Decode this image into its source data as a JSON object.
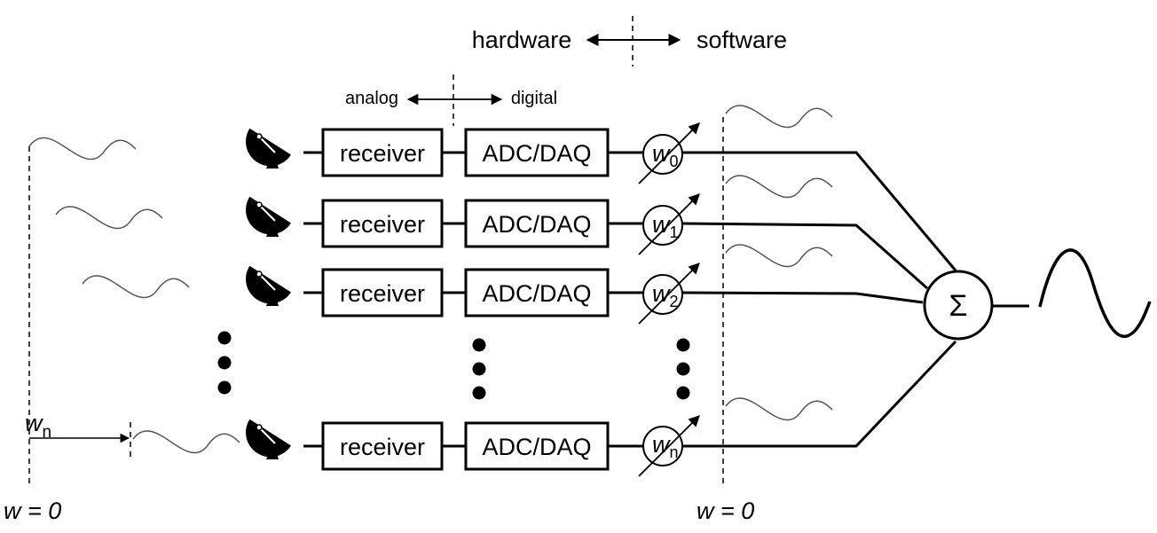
{
  "labels": {
    "hardware": "hardware",
    "software": "software",
    "analog": "analog",
    "digital": "digital",
    "receiver": "receiver",
    "adc": "ADC/DAQ",
    "sum_symbol": "Σ",
    "w_zero_left": "w = 0",
    "w_zero_right": "w = 0",
    "w_n_var": "w",
    "w_n_sub": "n"
  },
  "channels": [
    {
      "weight_var": "w",
      "weight_sub": "0"
    },
    {
      "weight_var": "w",
      "weight_sub": "1"
    },
    {
      "weight_var": "w",
      "weight_sub": "2"
    },
    {
      "weight_var": "w",
      "weight_sub": "n"
    }
  ]
}
